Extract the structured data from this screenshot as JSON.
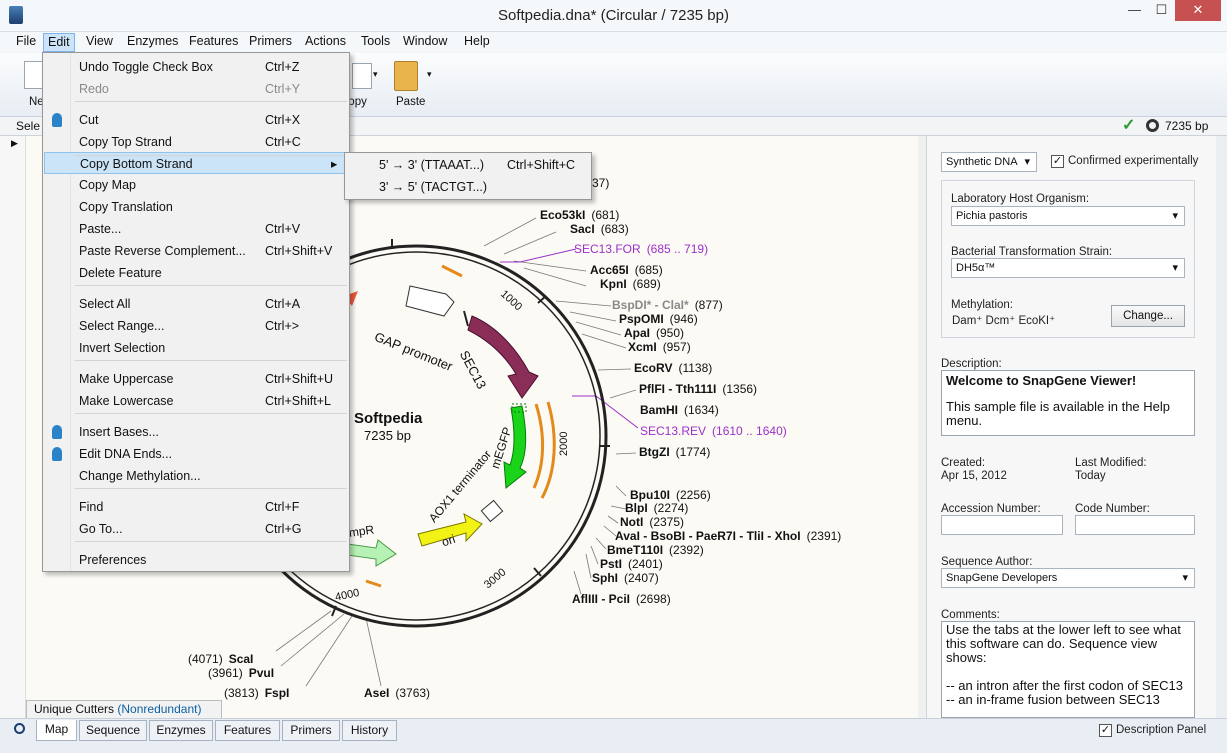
{
  "window": {
    "title": "Softpedia.dna*  (Circular / 7235 bp)",
    "minimize": "—",
    "maximize": "☐",
    "close": "✕"
  },
  "menubar": [
    "File",
    "Edit",
    "View",
    "Enzymes",
    "Features",
    "Primers",
    "Actions",
    "Tools",
    "Window",
    "Help"
  ],
  "toolbar": {
    "new_label": "New",
    "copy_label": "Copy",
    "paste_label": "Paste"
  },
  "status": {
    "select_label": "Sele",
    "length": "7235 bp"
  },
  "edit_menu": [
    {
      "label": "Undo Toggle Check Box",
      "shortcut": "Ctrl+Z"
    },
    {
      "label": "Redo",
      "shortcut": "Ctrl+Y",
      "disabled": true
    },
    {
      "label": "Cut",
      "shortcut": "Ctrl+X"
    },
    {
      "label": "Copy Top Strand",
      "shortcut": "Ctrl+C"
    },
    {
      "label": "Copy Bottom Strand",
      "shortcut": ""
    },
    {
      "label": "Copy Map",
      "shortcut": ""
    },
    {
      "label": "Copy Translation",
      "shortcut": ""
    },
    {
      "label": "Paste...",
      "shortcut": "Ctrl+V"
    },
    {
      "label": "Paste Reverse Complement...",
      "shortcut": "Ctrl+Shift+V"
    },
    {
      "label": "Delete Feature",
      "shortcut": ""
    },
    {
      "label": "Select All",
      "shortcut": "Ctrl+A"
    },
    {
      "label": "Select Range...",
      "shortcut": "Ctrl+>"
    },
    {
      "label": "Invert Selection",
      "shortcut": ""
    },
    {
      "label": "Make Uppercase",
      "shortcut": "Ctrl+Shift+U"
    },
    {
      "label": "Make Lowercase",
      "shortcut": "Ctrl+Shift+L"
    },
    {
      "label": "Insert Bases...",
      "shortcut": ""
    },
    {
      "label": "Edit DNA Ends...",
      "shortcut": ""
    },
    {
      "label": "Change Methylation...",
      "shortcut": ""
    },
    {
      "label": "Find",
      "shortcut": "Ctrl+F"
    },
    {
      "label": "Go To...",
      "shortcut": "Ctrl+G"
    },
    {
      "label": "Preferences",
      "shortcut": ""
    }
  ],
  "submenu": [
    {
      "label": "5' → 3'  (TTAAAT...)",
      "shortcut": "Ctrl+Shift+C"
    },
    {
      "label": "3' → 5'  (TACTGT...)",
      "shortcut": ""
    }
  ],
  "map": {
    "name": "Softpedia",
    "size": "7235 bp",
    "features": {
      "gap": "GAP promoter",
      "sec13": "SEC13",
      "megfp": "mEGFP",
      "aox1": "AOX1 terminator",
      "ori": "ori",
      "ampr": "mpR"
    },
    "ticks": {
      "t1000": "1000",
      "t2000": "2000",
      "t3000": "3000",
      "t4000": "4000"
    },
    "right_sites": [
      {
        "name": "Eco53kI",
        "pos": "(681)"
      },
      {
        "name": "SacI",
        "pos": "(683)"
      },
      {
        "name": "SEC13.FOR",
        "pos": "(685 .. 719)",
        "primer": true
      },
      {
        "name": "Acc65I",
        "pos": "(685)"
      },
      {
        "name": "KpnI",
        "pos": "(689)"
      },
      {
        "name": "BspDI* - ClaI*",
        "pos": "(877)",
        "grey": true
      },
      {
        "name": "PspOMI",
        "pos": "(946)"
      },
      {
        "name": "ApaI",
        "pos": "(950)"
      },
      {
        "name": "XcmI",
        "pos": "(957)"
      },
      {
        "name": "EcoRV",
        "pos": "(1138)"
      },
      {
        "name": "PflFI - Tth111I",
        "pos": "(1356)"
      },
      {
        "name": "BamHI",
        "pos": "(1634)"
      },
      {
        "name": "SEC13.REV",
        "pos": "(1610 .. 1640)",
        "primer": true
      },
      {
        "name": "BtgZI",
        "pos": "(1774)"
      },
      {
        "name": "Bpu10I",
        "pos": "(2256)"
      },
      {
        "name": "BlpI",
        "pos": "(2274)"
      },
      {
        "name": "NotI",
        "pos": "(2375)"
      },
      {
        "name": "AvaI - BsoBI - PaeR7I - TliI - XhoI",
        "pos": "(2391)"
      },
      {
        "name": "BmeT110I",
        "pos": "(2392)"
      },
      {
        "name": "PstI",
        "pos": "(2401)"
      },
      {
        "name": "SphI",
        "pos": "(2407)"
      },
      {
        "name": "AflIII - PciI",
        "pos": "(2698)"
      }
    ],
    "top_partial": "37)",
    "left_sites": [
      {
        "name": "ScaI",
        "pos": "(4071)"
      },
      {
        "name": "PvuI",
        "pos": "(3961)"
      },
      {
        "name": "FspI",
        "pos": "(3813)"
      },
      {
        "name": "AseI",
        "pos": "(3763)"
      }
    ]
  },
  "panel": {
    "dna_type": "Synthetic DNA",
    "confirmed": "Confirmed experimentally",
    "host_label": "Laboratory Host Organism:",
    "host": "Pichia pastoris",
    "strain_label": "Bacterial Transformation Strain:",
    "strain": "DH5α™",
    "meth_label": "Methylation:",
    "meth": "Dam⁺  Dcm⁺  EcoKI⁺",
    "change": "Change...",
    "desc_label": "Description:",
    "desc_title": "Welcome to SnapGene Viewer!",
    "desc_body": "This sample file is available in the Help menu.",
    "created_label": "Created:",
    "created": "Apr 15, 2012",
    "modified_label": "Last Modified:",
    "modified": "Today",
    "acc_label": "Accession Number:",
    "code_label": "Code Number:",
    "author_label": "Sequence Author:",
    "author": "SnapGene Developers",
    "comments_label": "Comments:",
    "comments": "Use the tabs at the lower left to see what this software can do. Sequence view shows:\n\n-- an intron after the first codon of SEC13\n-- an in-frame fusion between SEC13"
  },
  "bottom": {
    "unique": "Unique Cutters",
    "nonred": "(Nonredundant)",
    "tabs": [
      "Map",
      "Sequence",
      "Enzymes",
      "Features",
      "Primers",
      "History"
    ],
    "desc_panel": "Description Panel"
  },
  "colors": {
    "primer": "#9b30c9",
    "accent": "#0b61a4"
  }
}
